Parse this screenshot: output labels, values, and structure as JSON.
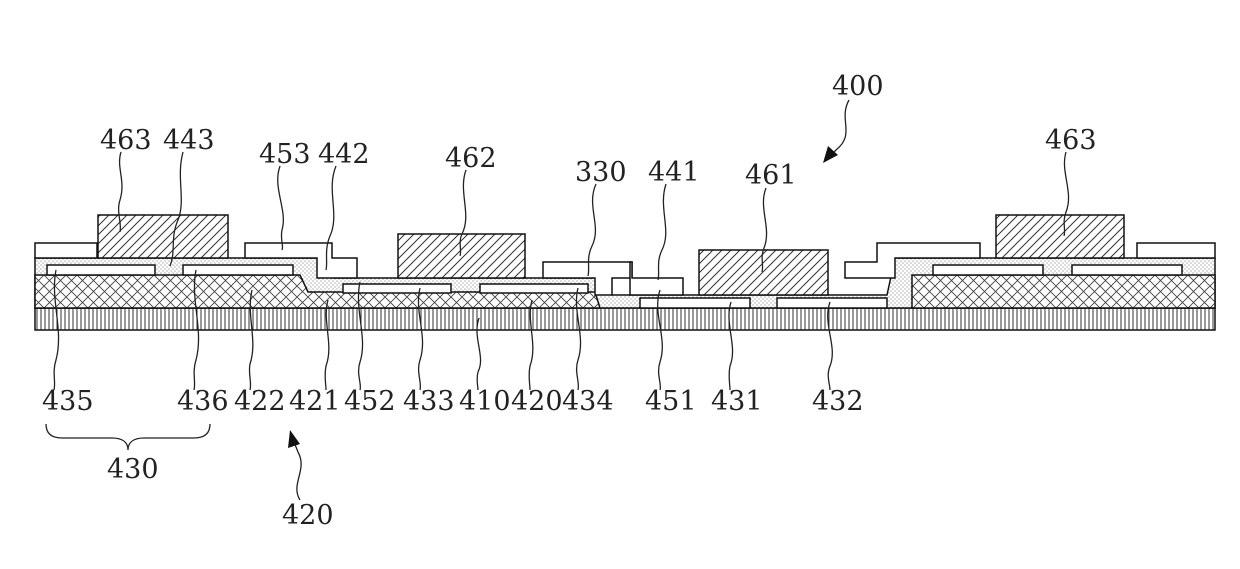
{
  "labels": {
    "l400": "400",
    "l463a": "463",
    "l443": "443",
    "l453": "453",
    "l442": "442",
    "l462": "462",
    "l330": "330",
    "l441": "441",
    "l461": "461",
    "l463b": "463",
    "l435": "435",
    "l436": "436",
    "l422": "422",
    "l421": "421",
    "l452": "452",
    "l433": "433",
    "l410": "410",
    "l420": "420",
    "l434": "434",
    "l451": "451",
    "l431": "431",
    "l432": "432",
    "l430": "430",
    "l420b": "420"
  }
}
